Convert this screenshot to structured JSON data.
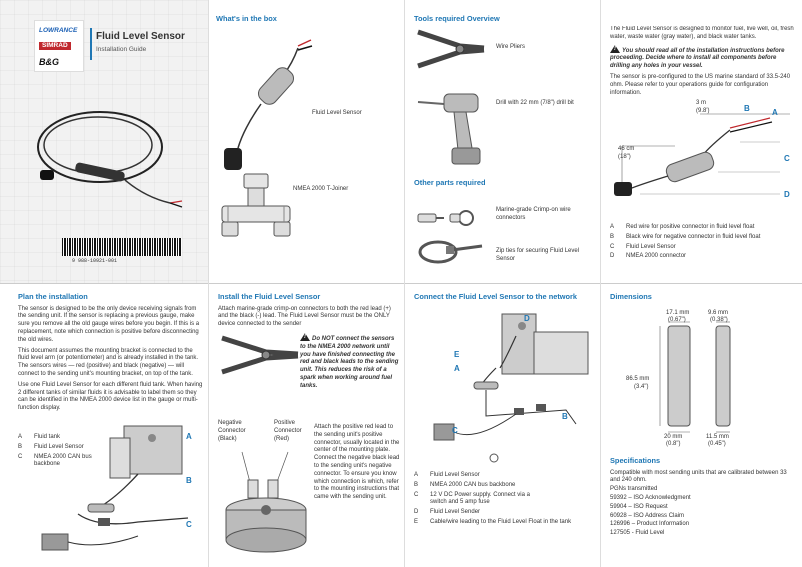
{
  "cover": {
    "brands": [
      "LOWRANCE",
      "SIMRAD",
      "B&G"
    ],
    "title": "Fluid Level Sensor",
    "subtitle": "Installation Guide",
    "barcode_text": "9 988-10921-001"
  },
  "whats_in_box": {
    "heading": "What's in the box",
    "items": [
      "Fluid Level Sensor",
      "NMEA 2000 T-Joiner"
    ]
  },
  "tools": {
    "heading": "Tools required Overview",
    "items": [
      "Wire Pliers",
      "Drill with 22 mm (7/8\") drill bit"
    ],
    "other_heading": "Other parts required",
    "other_items": [
      "Marine-grade Crimp-on wire connectors",
      "Zip ties for securing Fluid Level Sensor"
    ]
  },
  "intro": {
    "p1": "The Fluid Level Sensor is designed to monitor fuel, live well, oil, fresh water, waste water (gray water), and black water tanks.",
    "warning": "You should read all of the installation instructions before proceeding. Decide where to install all components before drilling any holes in your vessel.",
    "p2": "The sensor is pre-configured to the US marine standard of 33.5-240 ohm. Please refer to your operations guide for configuration information.",
    "dim_3m": "3 m",
    "dim_3m_ft": "(9.8')",
    "dim_46": "46 cm",
    "dim_46_ft": "(18\")",
    "labels": [
      "A",
      "B",
      "C",
      "D"
    ],
    "legend": [
      {
        "k": "A",
        "v": "Red wire for positive connector in fluid level float"
      },
      {
        "k": "B",
        "v": "Black wire for negative connector in fluid level float"
      },
      {
        "k": "C",
        "v": "Fluid Level Sensor"
      },
      {
        "k": "D",
        "v": "NMEA 2000 connector"
      }
    ]
  },
  "plan": {
    "heading": "Plan the installation",
    "p1": "The sensor is designed to be the only device receiving signals from the sending unit. If the sensor is replacing a previous gauge, make sure you remove all the old gauge wires before you begin. If this is a replacement, note which connection is positive before disconnecting the old wires.",
    "p2": "This document assumes the mounting bracket is connected to the fluid level arm (or potentiometer) and is already installed in the tank. The sensors wires — red (positive) and black (negative) — will connect to the sending unit's mounting bracket, on top of the tank.",
    "p3": "Use one Fluid Level Sensor for each different fluid tank. When having 2 different tanks of similar fluids it is advisable to label them so they can be identified in the NMEA 2000 device list in the gauge or multi-function display.",
    "labels": [
      "A",
      "B",
      "C"
    ],
    "legend": [
      {
        "k": "A",
        "v": "Fluid tank"
      },
      {
        "k": "B",
        "v": "Fluid Level Sensor"
      },
      {
        "k": "C",
        "v": "NMEA 2000 CAN bus backbone"
      }
    ]
  },
  "install": {
    "heading": "Install the Fluid Level Sensor",
    "p1": "Attach marine-grade crimp-on connectors to both the red lead (+) and the black (-) lead. The Fluid Level Sensor must be the ONLY device connected to the sender",
    "warning": "Do NOT connect the sensors to the NMEA 2000 network until you have finished connecting the red and black leads to the sending unit. This reduces the risk of a spark when working around fuel tanks.",
    "neg_label": "Negative Connector (Black)",
    "pos_label": "Positive Connector (Red)",
    "p2": "Attach the positive red lead to the sending unit's positive connector, usually located in the center of the mounting plate. Connect the negative black lead to the sending unit's negative connector. To ensure you know which connection is which, refer to the mounting instructions that came with the sending unit."
  },
  "connect": {
    "heading": "Connect the Fluid Level Sensor to the network",
    "labels": [
      "D",
      "E",
      "A",
      "B",
      "C"
    ],
    "legend": [
      {
        "k": "A",
        "v": "Fluid Level Sensor"
      },
      {
        "k": "B",
        "v": "NMEA 2000 CAN bus backbone"
      },
      {
        "k": "C",
        "v": "12 V DC Power supply. Connect via a switch and 5 amp fuse"
      },
      {
        "k": "D",
        "v": "Fluid Level Sender"
      },
      {
        "k": "E",
        "v": "Cable/wire leading to the Fluid Level Float in the tank"
      }
    ]
  },
  "dimensions": {
    "heading": "Dimensions",
    "d1": "17.1 mm",
    "d1_in": "(0.67\")",
    "d2": "9.6 mm",
    "d2_in": "(0.38\")",
    "d3": "86.5 mm",
    "d3_in": "(3.4\")",
    "d4": "20 mm",
    "d4_in": "(0.8\")",
    "d5": "11.5 mm",
    "d5_in": "(0.45\")"
  },
  "specs": {
    "heading": "Specifications",
    "lines": [
      "Compatible with most sending units that are calibrated between 33 and 240 ohm.",
      "PGNs transmitted",
      "59392 – ISO Acknowledgment",
      "59904 – ISO Request",
      "60928 – ISO Address Claim",
      "126996 – Product Information",
      "127505 - Fluid Level"
    ]
  },
  "colors": {
    "accent": "#1f77b4",
    "lowrance": "#1a5fb4",
    "simrad": "#c0282d"
  }
}
